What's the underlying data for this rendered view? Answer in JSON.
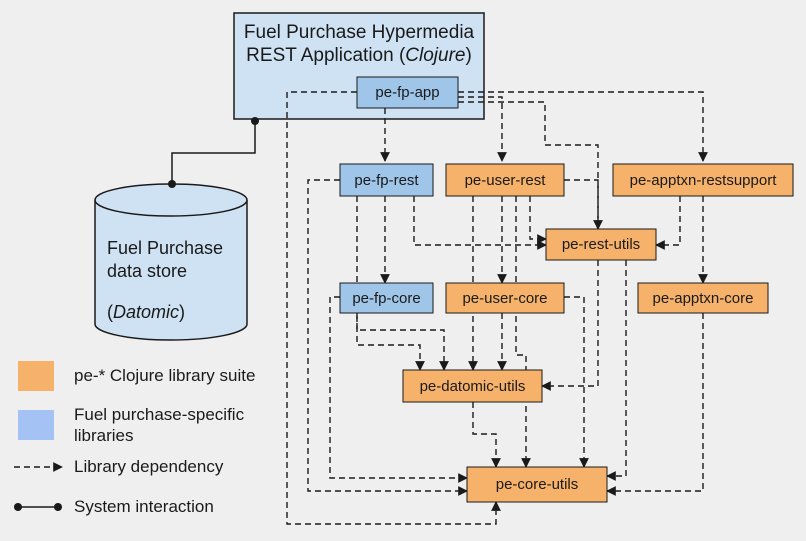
{
  "app": {
    "title_line1": "Fuel Purchase Hypermedia",
    "title_line2_prefix": "REST Application (",
    "title_line2_italic": "Clojure",
    "title_line2_suffix": ")"
  },
  "datastore": {
    "line1": "Fuel Purchase",
    "line2": "data store",
    "line3_prefix": "(",
    "line3_italic": "Datomic",
    "line3_suffix": ")"
  },
  "nodes": {
    "pe_fp_app": "pe-fp-app",
    "pe_fp_rest": "pe-fp-rest",
    "pe_user_rest": "pe-user-rest",
    "pe_apptxn_restsupport": "pe-apptxn-restsupport",
    "pe_rest_utils": "pe-rest-utils",
    "pe_fp_core": "pe-fp-core",
    "pe_user_core": "pe-user-core",
    "pe_apptxn_core": "pe-apptxn-core",
    "pe_datomic_utils": "pe-datomic-utils",
    "pe_core_utils": "pe-core-utils"
  },
  "legend": {
    "orange": "pe-* Clojure library suite",
    "blue_line1": "Fuel purchase-specific",
    "blue_line2": "libraries",
    "dependency": "Library dependency",
    "interaction": "System interaction"
  },
  "colors": {
    "background": "#efefef",
    "blue": "#9fc5e8",
    "blue_light": "#cfe2f3",
    "orange": "#f6b26b",
    "stroke": "#1a1a1a"
  }
}
